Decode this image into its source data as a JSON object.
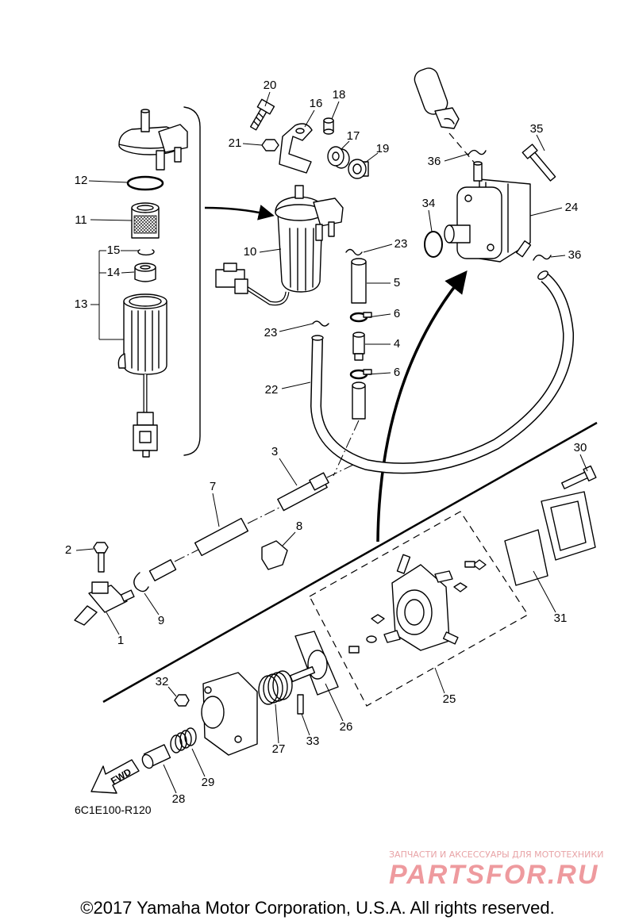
{
  "diagram": {
    "callouts": [
      "20",
      "16",
      "18",
      "17",
      "19",
      "21",
      "12",
      "11",
      "15",
      "14",
      "13",
      "10",
      "23",
      "5",
      "6",
      "4",
      "23",
      "22",
      "6",
      "35",
      "36",
      "34",
      "24",
      "36",
      "3",
      "30",
      "7",
      "8",
      "2",
      "9",
      "1",
      "31",
      "25",
      "32",
      "26",
      "33",
      "27",
      "29",
      "28"
    ],
    "fwd_label": "FWD",
    "diagram_code": "6C1E100-R120"
  },
  "watermark": {
    "tagline": "ЗАПЧАСТИ И АКСЕССУАРЫ ДЛЯ МОТОТЕХНИКИ",
    "brand": "PARTSFOR.RU"
  },
  "footer": {
    "copyright": "©2017 Yamaha Motor Corporation, U.S.A. All rights reserved."
  },
  "colors": {
    "line": "#000000",
    "background": "#ffffff",
    "watermark": "#ee9a9e"
  }
}
